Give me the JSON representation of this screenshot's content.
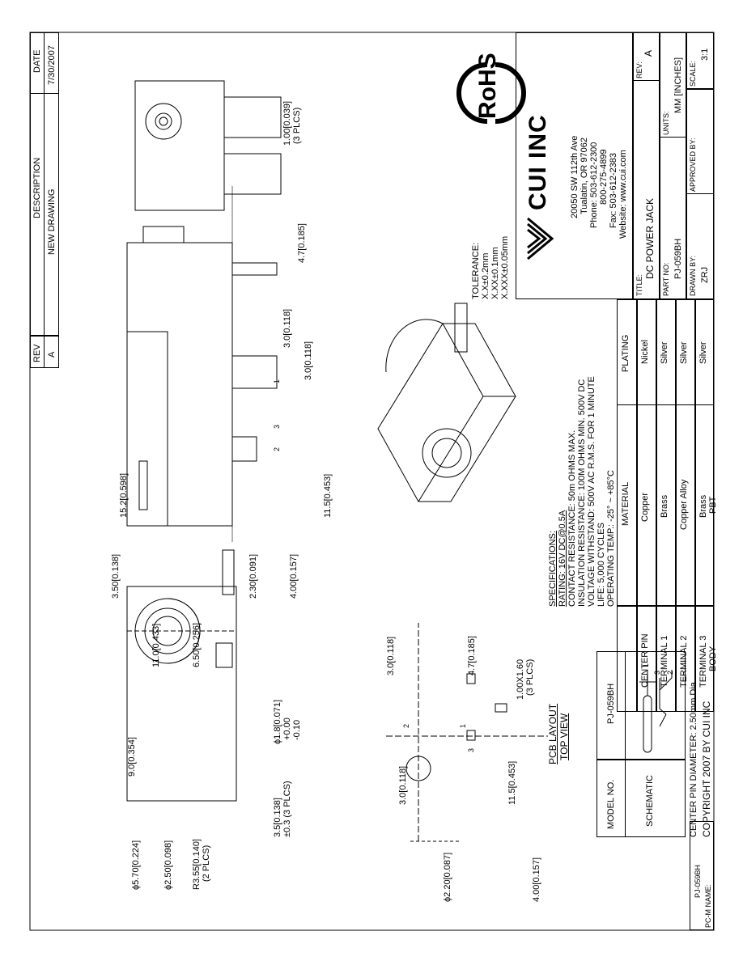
{
  "revision_block": {
    "header_rev": "REV",
    "header_description": "DESCRIPTION",
    "header_date": "DATE",
    "rev": "A",
    "description": "NEW DRAWING",
    "date": "7/30/2007"
  },
  "rohs_logo": "RoHS",
  "company": {
    "name": "CUI INC",
    "address_lines": [
      "20050 SW 112th Ave",
      "Tualatin, OR 97062",
      "Phone: 503-612-2300",
      "800-275-4899",
      "Fax: 503-612-2383",
      "Website: www.cui.com"
    ]
  },
  "tolerance": {
    "title": "TOLERANCE:",
    "lines": [
      "X.X±0.2mm",
      "X.XX±0.1mm",
      "X.XXX±0.05mm"
    ]
  },
  "title_block": {
    "title_label": "TITLE:",
    "title": "DC POWER JACK",
    "rev_label": "REV:",
    "rev": "A",
    "part_label": "PART NO:",
    "part": "PJ-059BH",
    "units_label": "UNITS:",
    "units": "MM [INCHES]",
    "drawn_label": "DRAWN BY:",
    "drawn": "ZRJ",
    "approved_label": "APPROVED BY:",
    "scale_label": "SCALE:",
    "scale": "3:1"
  },
  "materials": {
    "headers": [
      "MATERIAL",
      "PLATING"
    ],
    "rows": [
      {
        "part": "CENTER PIN",
        "material": "Copper",
        "plating": "Nickel"
      },
      {
        "part": "TERMINAL 1",
        "material": "Brass",
        "plating": "Silver"
      },
      {
        "part": "TERMINAL 2",
        "material": "Copper Alloy",
        "plating": "Silver"
      },
      {
        "part": "TERMINAL 3",
        "material": "Brass",
        "plating": "Silver"
      },
      {
        "part": "BODY",
        "material": "PBT",
        "plating": ""
      }
    ]
  },
  "specifications": {
    "title": "SPECIFICATIONS:",
    "lines": [
      "RATING: 16V DC@0.5A",
      "CONTACT RESISTANCE: 50m OHMS MAX.",
      "INSULATION RESISTANCE: 100M OHMS MIN. 500V DC",
      "VOLTAGE WITHSTAND: 500V AC R.M.S. FOR 1 MINUTE",
      "LIFE: 5,000 CYCLES",
      "OPERATING TEMP.: -25° ~ +85°C"
    ]
  },
  "model_box": {
    "model_label": "MODEL NO.",
    "model": "PJ-059BH",
    "schematic_label": "SCHEMATIC",
    "pins": [
      "1",
      "2",
      "3"
    ]
  },
  "center_pin_note": "CENTER PIN DIAMETER: 2.50mm Dia",
  "copyright": "COPYRIGHT 2007 BY CUI INC",
  "side_tab": {
    "label": "PC-M NAME:",
    "value": "PJ-059BH"
  },
  "pcb_layout": {
    "title": "PCB LAYOUT",
    "subtitle": "TOP VIEW"
  },
  "dims": {
    "front_phi570": "ϕ5.70[0.224]",
    "front_phi250": "ϕ2.50[0.098]",
    "front_r355": "R3.55[0.140]",
    "front_r355_note": "(2 PLCS)",
    "front_90": "9.0[0.354]",
    "front_110": "11.0[0.433]",
    "front_650": "6.50[0.256]",
    "front_phi18": "ϕ1.8[0.071]",
    "front_phi18_tol1": "+0.00",
    "front_phi18_tol2": "-0.10",
    "front_35": "3.5[0.138]",
    "front_35_tol": "±0.3 (3 PLCS)",
    "side_350": "3.50[0.138]",
    "side_152": "15.2[0.598]",
    "side_230": "2.30[0.091]",
    "side_400": "4.00[0.157]",
    "side_115": "11.5[0.453]",
    "side_30a": "3.0[0.118]",
    "side_30b": "3.0[0.118]",
    "top_100": "1.00[0.039]",
    "top_100_note": "(3 PLCS)",
    "top_47": "4.7[0.185]",
    "pcb_phi220": "ϕ2.20[0.087]",
    "pcb_400": "4.00[0.157]",
    "pcb_30": "3.0[0.118]",
    "pcb_115": "11.5[0.453]",
    "pcb_30b": "3.0[0.118]",
    "pcb_47": "4.7[0.185]",
    "pcb_slot": "1.00X1.60",
    "pcb_slot_note": "(3 PLCS)",
    "pin1": "1",
    "pin2": "2",
    "pin3": "3"
  }
}
